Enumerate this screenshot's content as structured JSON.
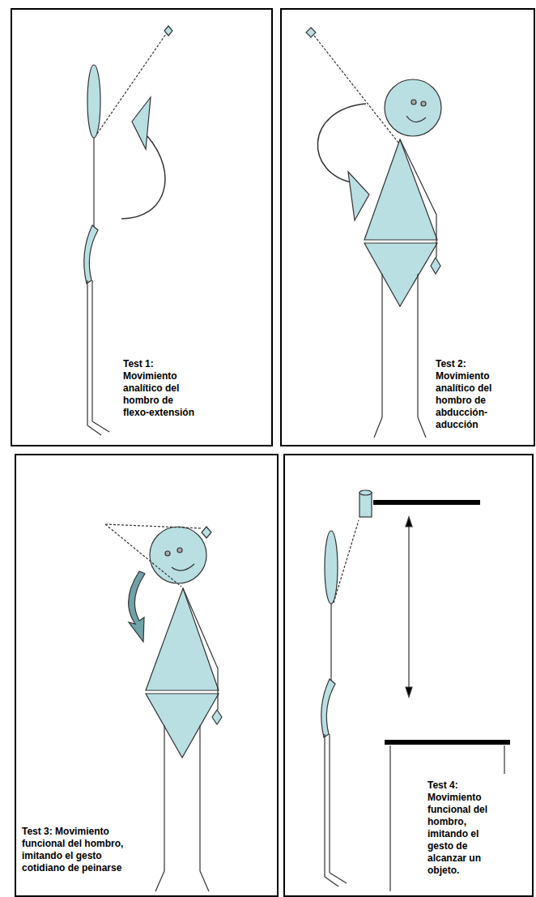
{
  "diagram": {
    "nodes": [
      {
        "text": [
          "Test 1: Movimiento analítico del hombro de flexo-extensión"
        ]
      },
      {
        "text": [
          "Test 2: Movimiento analítico del hombro de abducción-aducción"
        ]
      },
      {
        "text": [
          "Test 3: Movimiento funcional del hombro, imitando el gesto cotidiano de peinarse"
        ]
      },
      {
        "text": [
          "Test 4: Movimiento funcional del hombro, imitando el gesto de alcanzar un objeto."
        ]
      }
    ]
  }
}
